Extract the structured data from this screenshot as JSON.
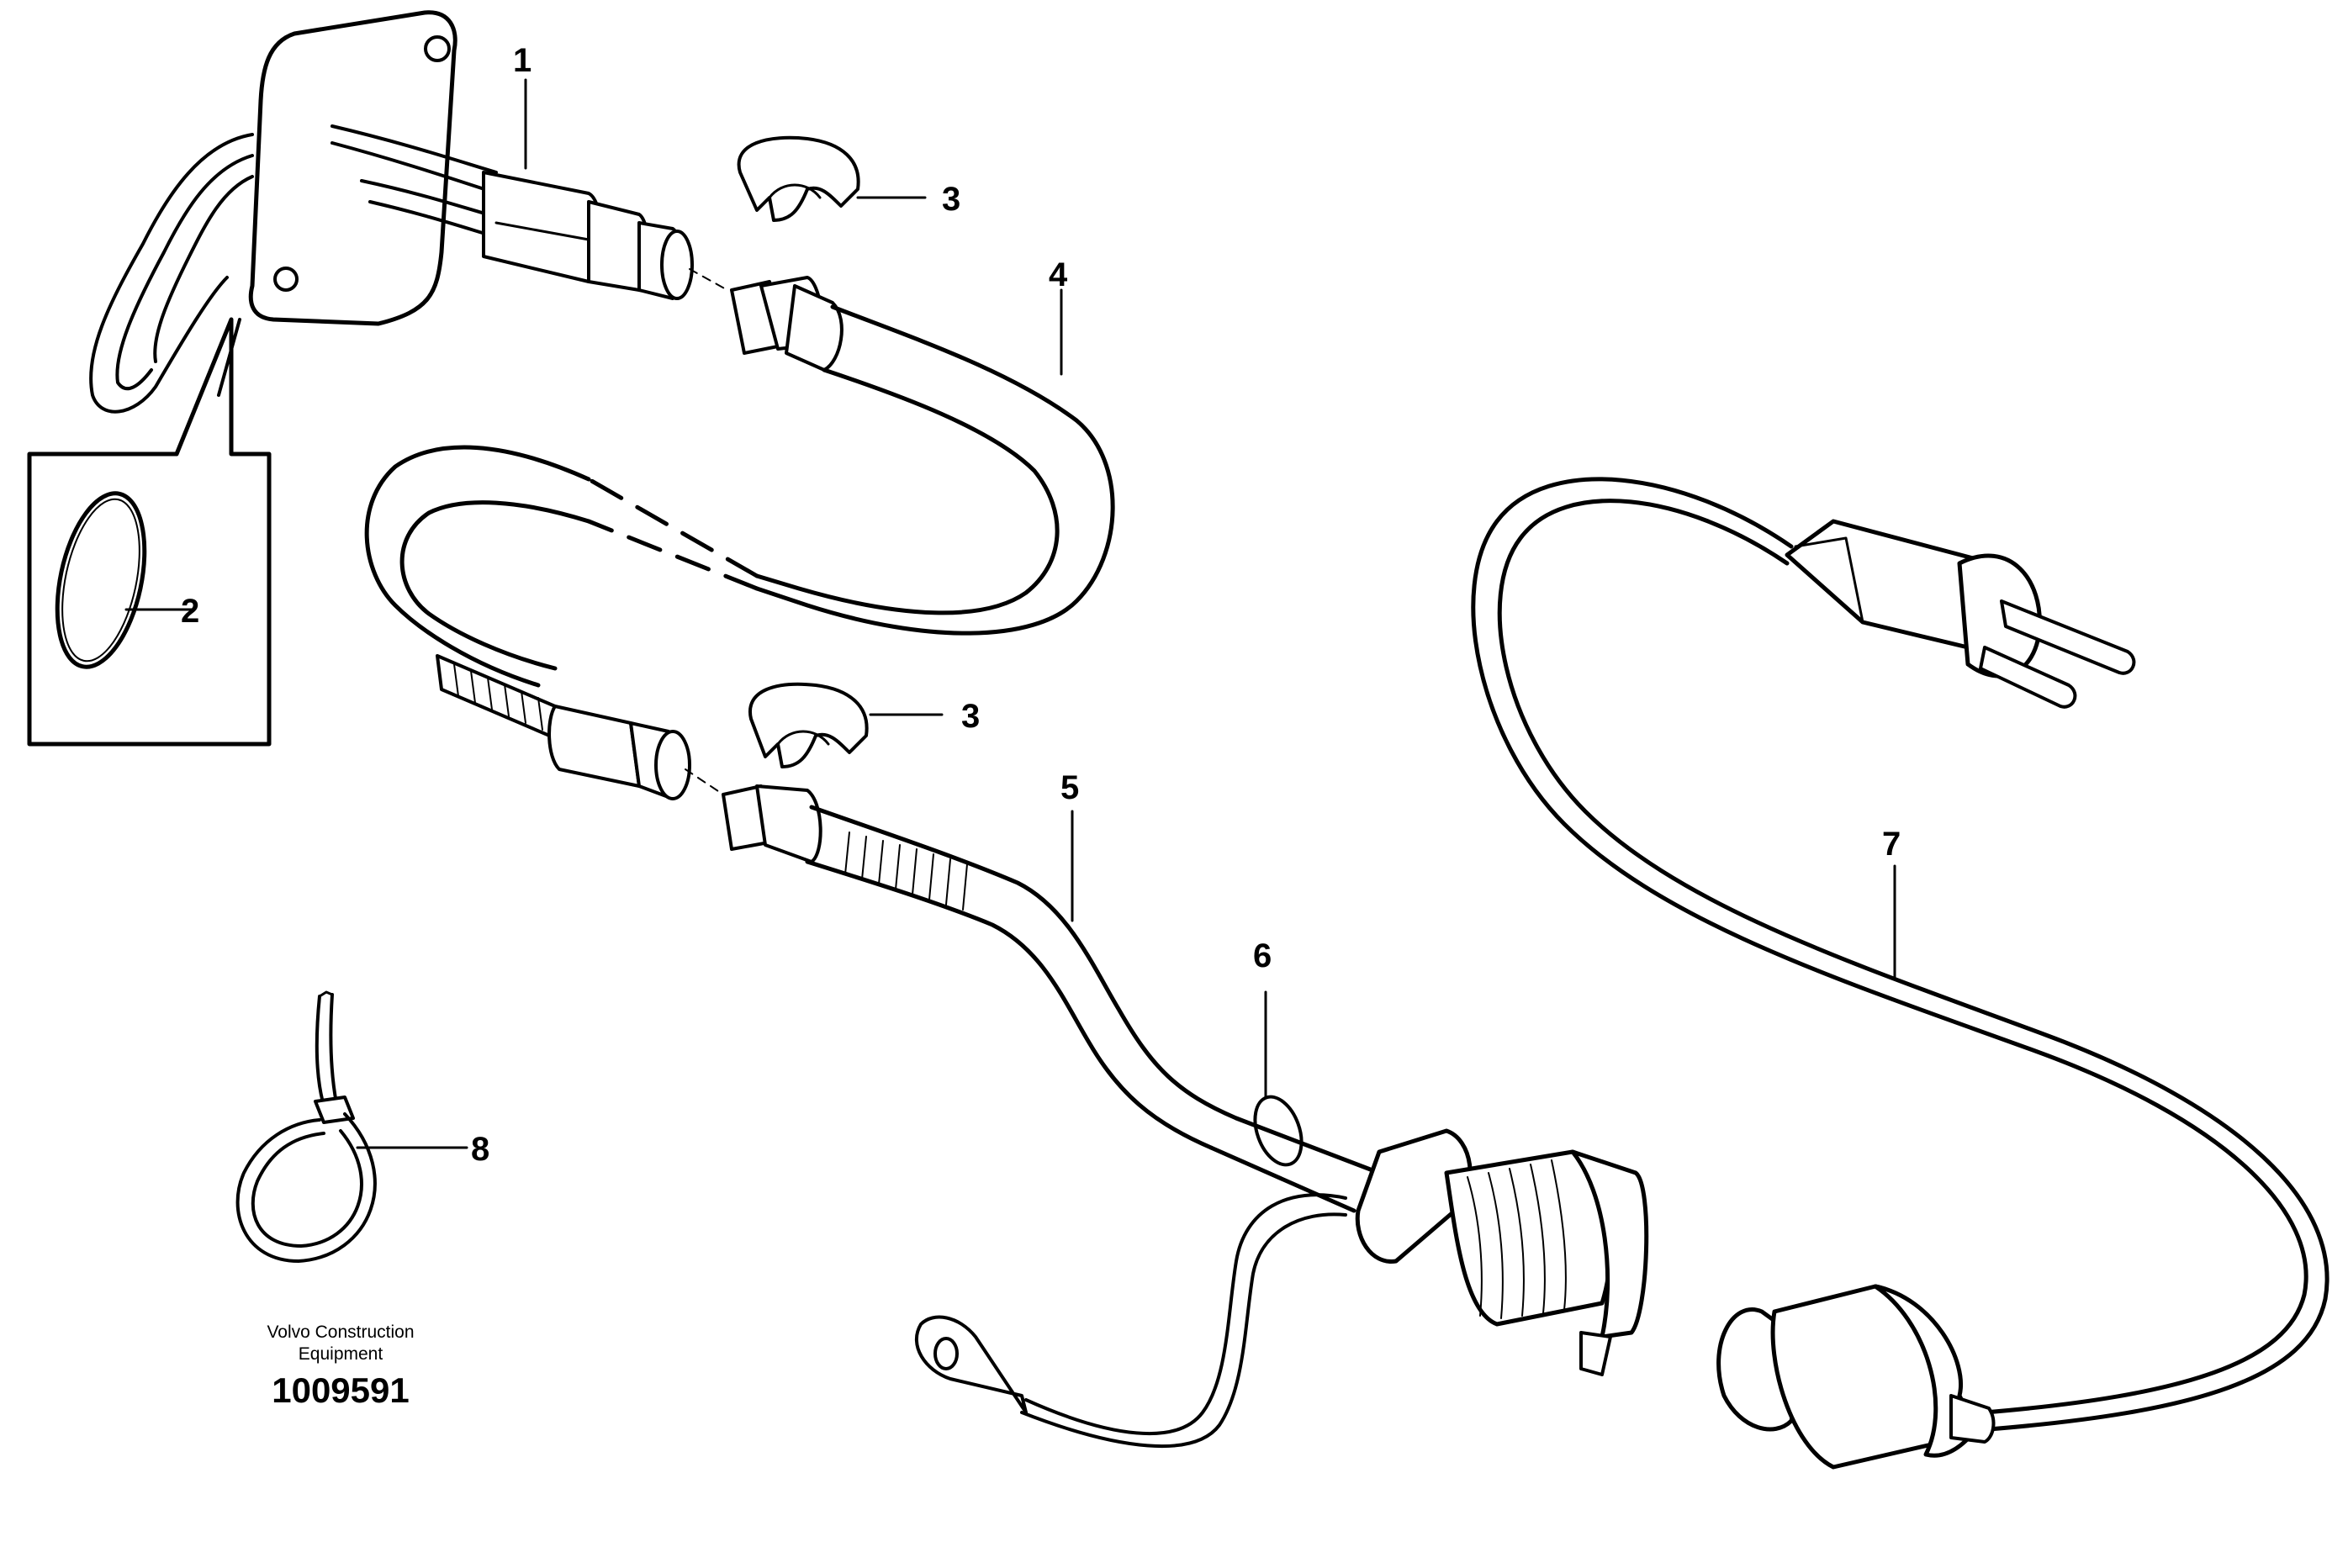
{
  "callouts": {
    "c1": "1",
    "c2": "2",
    "c3a": "3",
    "c3b": "3",
    "c4": "4",
    "c5": "5",
    "c6": "6",
    "c7": "7",
    "c8": "8"
  },
  "caption": {
    "brand_line1": "Volvo Construction",
    "brand_line2": "Equipment",
    "drawing_id": "1009591"
  },
  "colors": {
    "ink": "#000000",
    "paper": "#ffffff"
  }
}
